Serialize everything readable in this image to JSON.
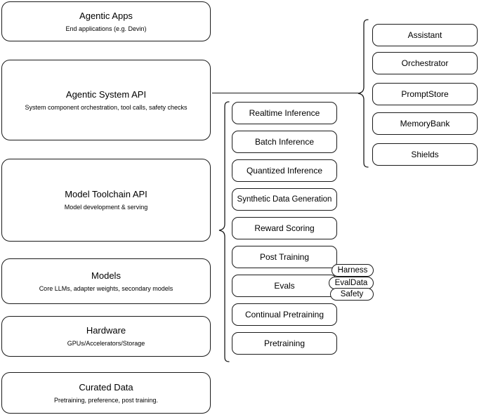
{
  "diagram": {
    "title": "AI stack layered architecture diagram",
    "stroke_color": "#1a1a1a",
    "background_color": "#ffffff",
    "layers": [
      {
        "name": "agentic-apps",
        "title": "Agentic Apps",
        "subtitle": "End applications (e.g. Devin)"
      },
      {
        "name": "agentic-system-api",
        "title": "Agentic System API",
        "subtitle": "System component orchestration, tool calls, safety checks"
      },
      {
        "name": "model-toolchain-api",
        "title": "Model Toolchain API",
        "subtitle": "Model development & serving"
      },
      {
        "name": "models",
        "title": "Models",
        "subtitle": "Core LLMs, adapter weights, secondary models"
      },
      {
        "name": "hardware",
        "title": "Hardware",
        "subtitle": "GPUs/Accelerators/Storage"
      },
      {
        "name": "curated-data",
        "title": "Curated Data",
        "subtitle": "Pretraining, preference, post training."
      }
    ],
    "toolchain_components": [
      {
        "name": "realtime-inference",
        "label": "Realtime Inference"
      },
      {
        "name": "batch-inference",
        "label": "Batch Inference"
      },
      {
        "name": "quantized-inference",
        "label": "Quantized Inference"
      },
      {
        "name": "synthetic-data-generation",
        "label": "Synthetic Data Generation"
      },
      {
        "name": "reward-scoring",
        "label": "Reward Scoring"
      },
      {
        "name": "post-training",
        "label": "Post Training"
      },
      {
        "name": "evals",
        "label": "Evals"
      },
      {
        "name": "continual-pretraining",
        "label": "Continual Pretraining"
      },
      {
        "name": "pretraining",
        "label": "Pretraining"
      }
    ],
    "evals_subcomponents": [
      {
        "name": "harness",
        "label": "Harness"
      },
      {
        "name": "evaldata",
        "label": "EvalData"
      },
      {
        "name": "safety",
        "label": "Safety"
      }
    ],
    "agentic_system_components": [
      {
        "name": "assistant",
        "label": "Assistant"
      },
      {
        "name": "orchestrator",
        "label": "Orchestrator"
      },
      {
        "name": "promptstore",
        "label": "PromptStore"
      },
      {
        "name": "memorybank",
        "label": "MemoryBank"
      },
      {
        "name": "shields",
        "label": "Shields"
      }
    ]
  }
}
